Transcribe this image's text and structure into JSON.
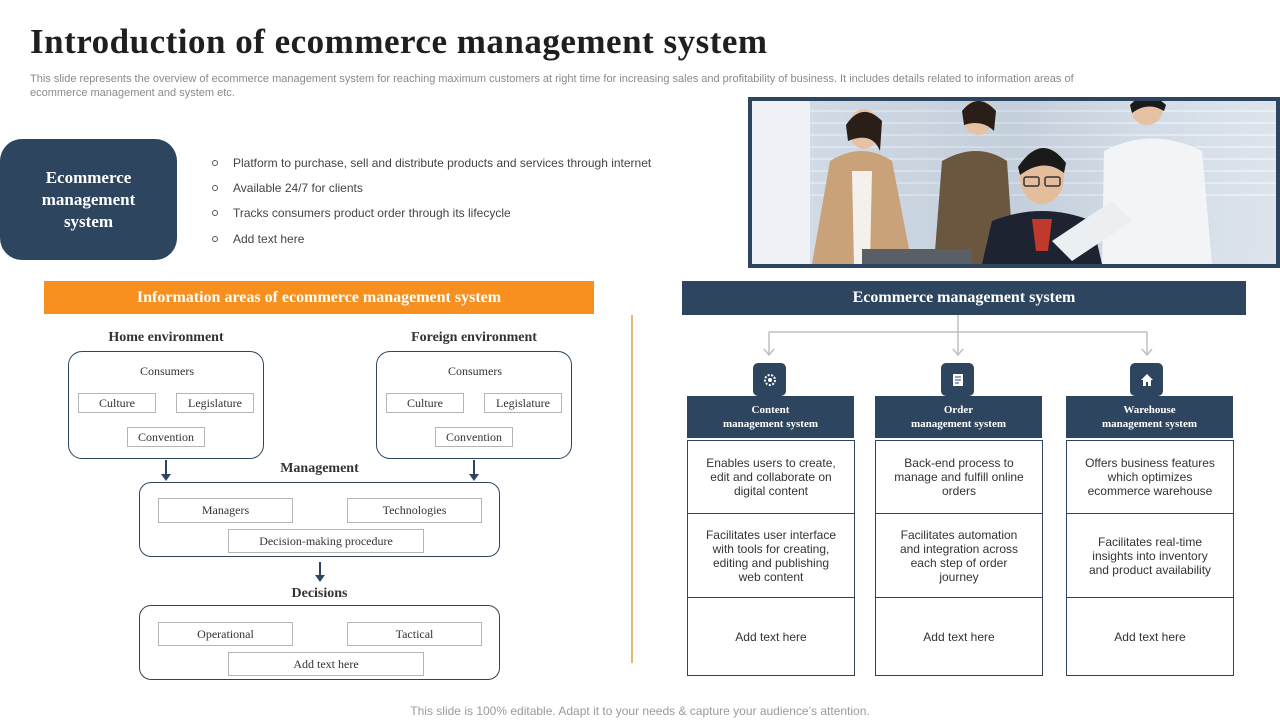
{
  "slide": {
    "title": "Introduction of ecommerce management system",
    "subtitle": "This slide represents the overview of ecommerce management system for reaching maximum customers at right time for increasing sales and profitability of business. It includes details related to information areas of ecommerce management and system etc.",
    "footer": "This slide is 100% editable. Adapt it to your needs & capture your audience’s attention."
  },
  "badge": {
    "label": "Ecommerce management system"
  },
  "bullets": [
    "Platform to purchase, sell and distribute products and services through internet",
    "Available 24/7 for clients",
    "Tracks consumers product order through its lifecycle",
    "Add text here"
  ],
  "info_areas": {
    "banner": "Information areas of ecommerce management system",
    "home": {
      "label": "Home environment",
      "head": "Consumers",
      "items": [
        "Culture",
        "Legislature",
        "Convention"
      ]
    },
    "foreign": {
      "label": "Foreign environment",
      "head": "Consumers",
      "items": [
        "Culture",
        "Legislature",
        "Convention"
      ]
    },
    "management": {
      "label": "Management",
      "items": [
        "Managers",
        "Technologies",
        "Decision-making procedure"
      ]
    },
    "decisions": {
      "label": "Decisions",
      "items": [
        "Operational",
        "Tactical",
        "Add text here"
      ]
    }
  },
  "system": {
    "banner": "Ecommerce management system",
    "columns": [
      {
        "icon": "content-gear-icon",
        "title1": "Content",
        "title2": "management system",
        "cells": [
          "Enables users to create, edit and collaborate on digital content",
          "Facilitates user interface with tools for creating, editing and publishing web content",
          "Add text here"
        ]
      },
      {
        "icon": "order-document-icon",
        "title1": "Order",
        "title2": "management system",
        "cells": [
          "Back-end process to manage and fulfill online orders",
          "Facilitates automation and integration across each step of order journey",
          "Add text here"
        ]
      },
      {
        "icon": "warehouse-home-icon",
        "title1": "Warehouse",
        "title2": "management system",
        "cells": [
          "Offers business features which optimizes ecommerce warehouse",
          "Facilitates real-time insights into inventory and product availability",
          "Add text here"
        ]
      }
    ]
  },
  "colors": {
    "navy": "#2e4560",
    "orange": "#f7901e",
    "divider": "#d9a441"
  }
}
